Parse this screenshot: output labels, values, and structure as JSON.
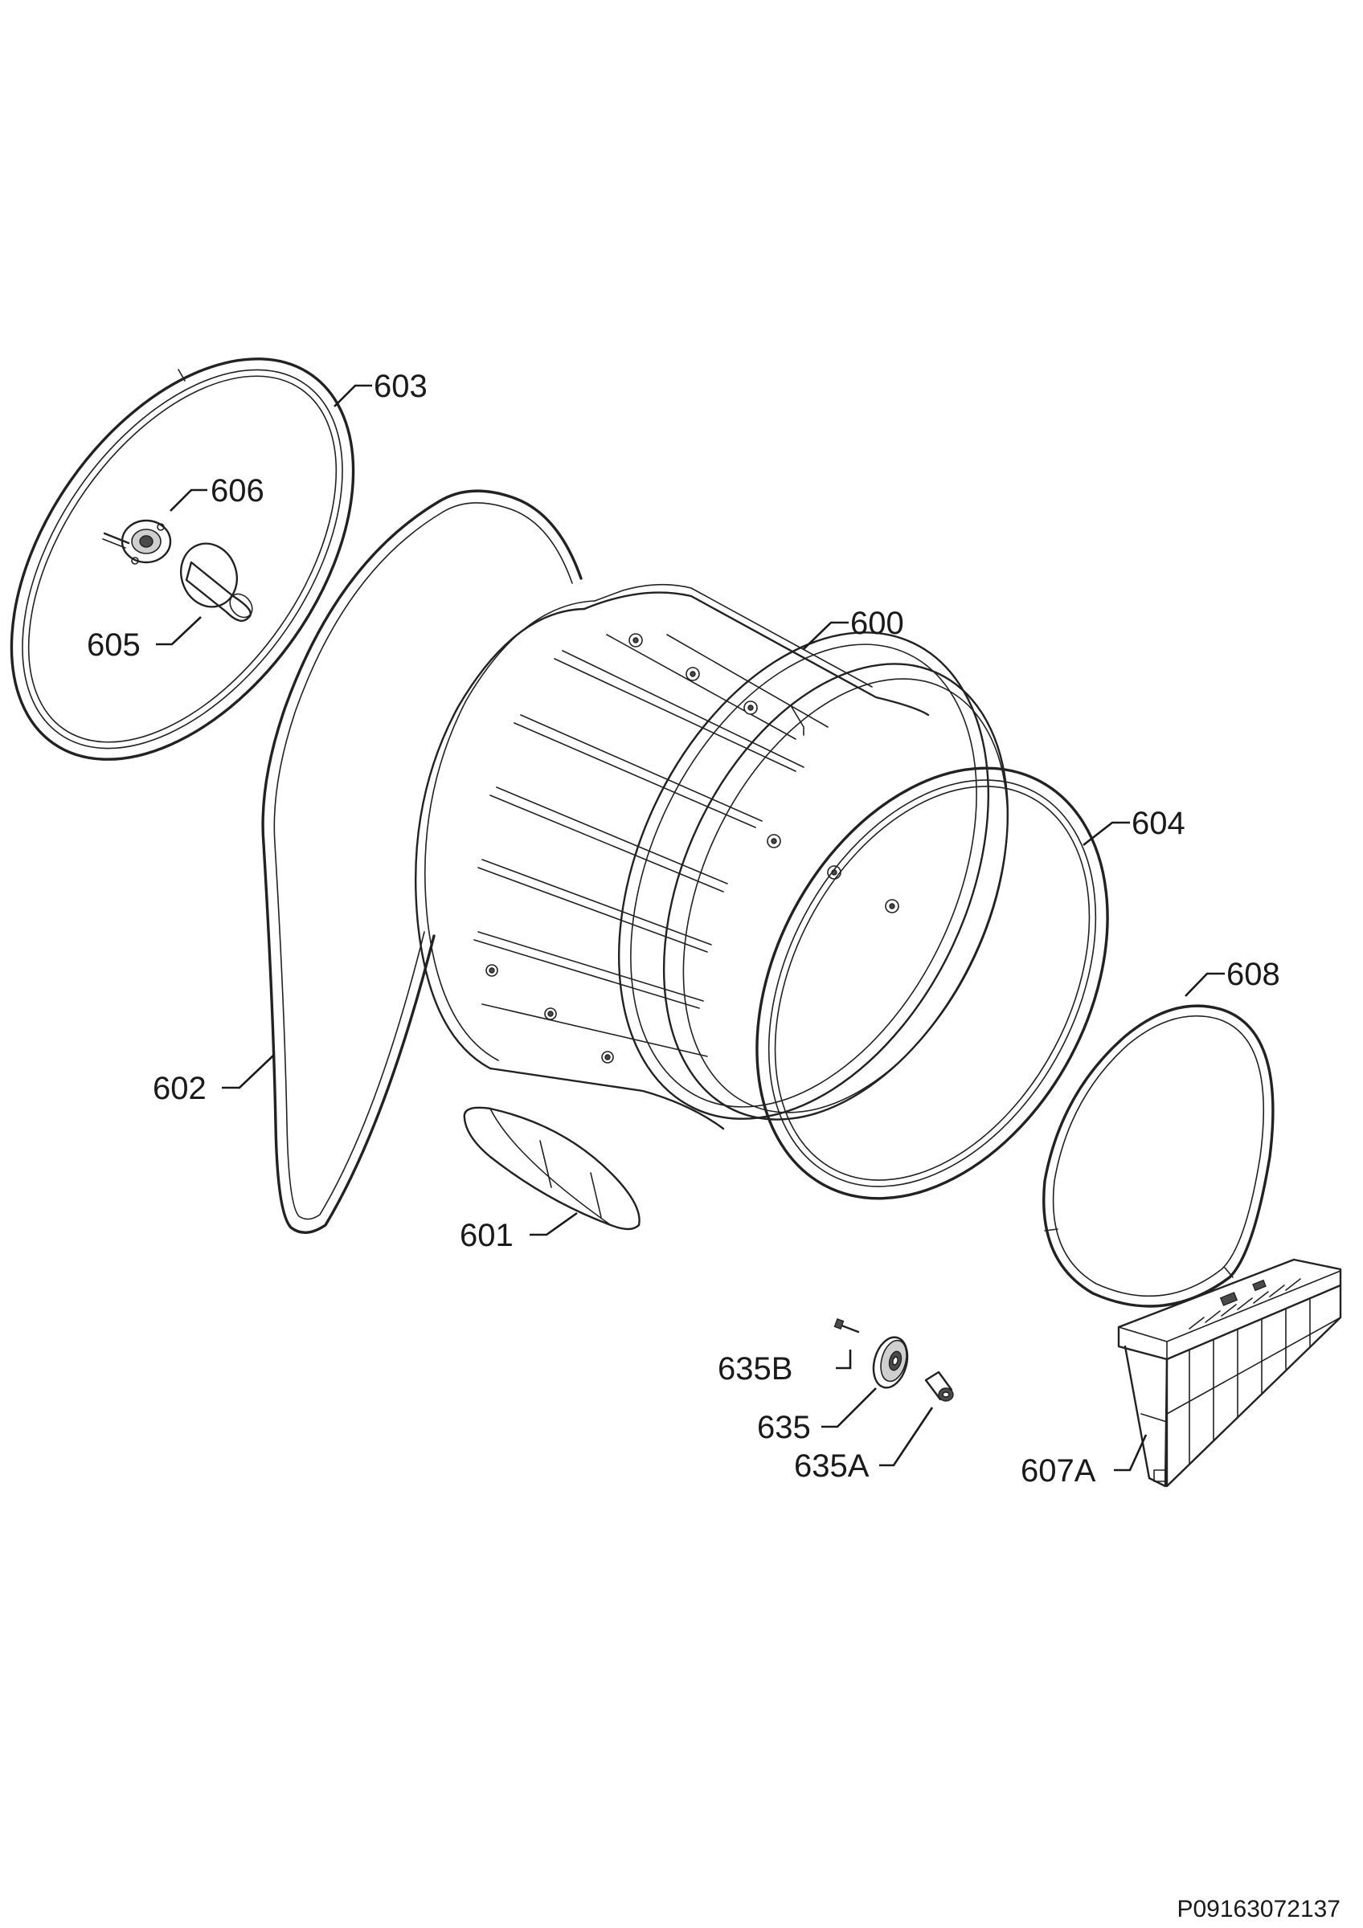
{
  "labels": {
    "p600": "600",
    "p601": "601",
    "p602": "602",
    "p603": "603",
    "p604": "604",
    "p605": "605",
    "p606": "606",
    "p607A": "607A",
    "p608": "608",
    "p635": "635",
    "p635A": "635A",
    "p635B": "635B"
  },
  "document_id": "P09163072137",
  "colors": {
    "line": "#222222",
    "background": "#ffffff"
  }
}
